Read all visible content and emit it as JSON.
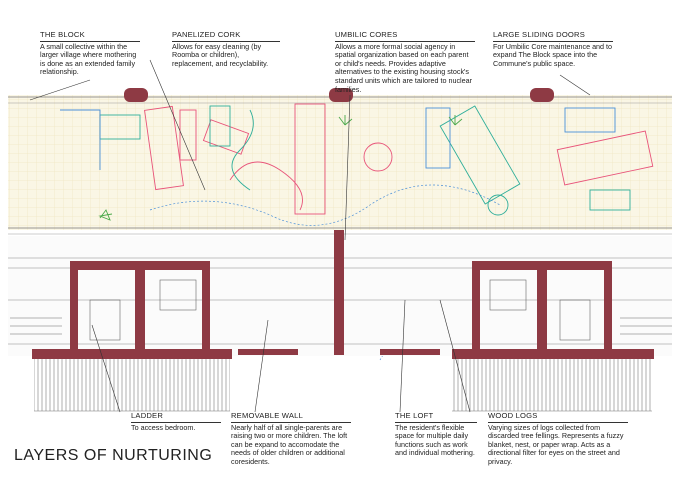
{
  "title": "LAYERS OF NURTURING",
  "annotations_top": [
    {
      "id": "the-block",
      "heading": "THE BLOCK",
      "body": "A small collective within the larger village where mothering is done as an extended family relationship."
    },
    {
      "id": "panelized-cork",
      "heading": "PANELIZED CORK",
      "body": "Allows for easy cleaning (by Roomba or children), replacement, and recyclability."
    },
    {
      "id": "umbilic-cores",
      "heading": "UMBILIC CORES",
      "body": "Allows a more formal social agency in spatial organization based on each parent or child's needs. Provides adaptive alternatives to the existing housing stock's standard units which are tailored to nuclear families."
    },
    {
      "id": "large-sliding-doors",
      "heading": "LARGE SLIDING DOORS",
      "body": "For Umbilic Core maintenance and to expand The Block space into the Commune's public space."
    }
  ],
  "annotations_bottom": [
    {
      "id": "ladder",
      "heading": "LADDER",
      "body": "To access bedroom."
    },
    {
      "id": "removable-wall",
      "heading": "REMOVABLE WALL",
      "body": "Nearly half of all single-parents are raising two or more children. The loft can be expand to accomodate the needs of older children or additional coresidents."
    },
    {
      "id": "the-loft",
      "heading": "THE LOFT",
      "body": "The resident's flexible space for multiple daily functions such as work and individual mothering."
    },
    {
      "id": "wood-logs",
      "heading": "WOOD LOGS",
      "body": "Varying sizes of logs collected from discarded tree fellings. Represents a fuzzy blanket, nest, or paper wrap. Acts as a directional filter for eyes on the street and privacy."
    }
  ],
  "colors": {
    "structure": "#8e3a44",
    "pink": "#e8547a",
    "teal": "#2fae9a",
    "blue": "#4a8fd8",
    "green": "#4aa84a",
    "cork": "#f3e7b9",
    "line": "#555555"
  }
}
